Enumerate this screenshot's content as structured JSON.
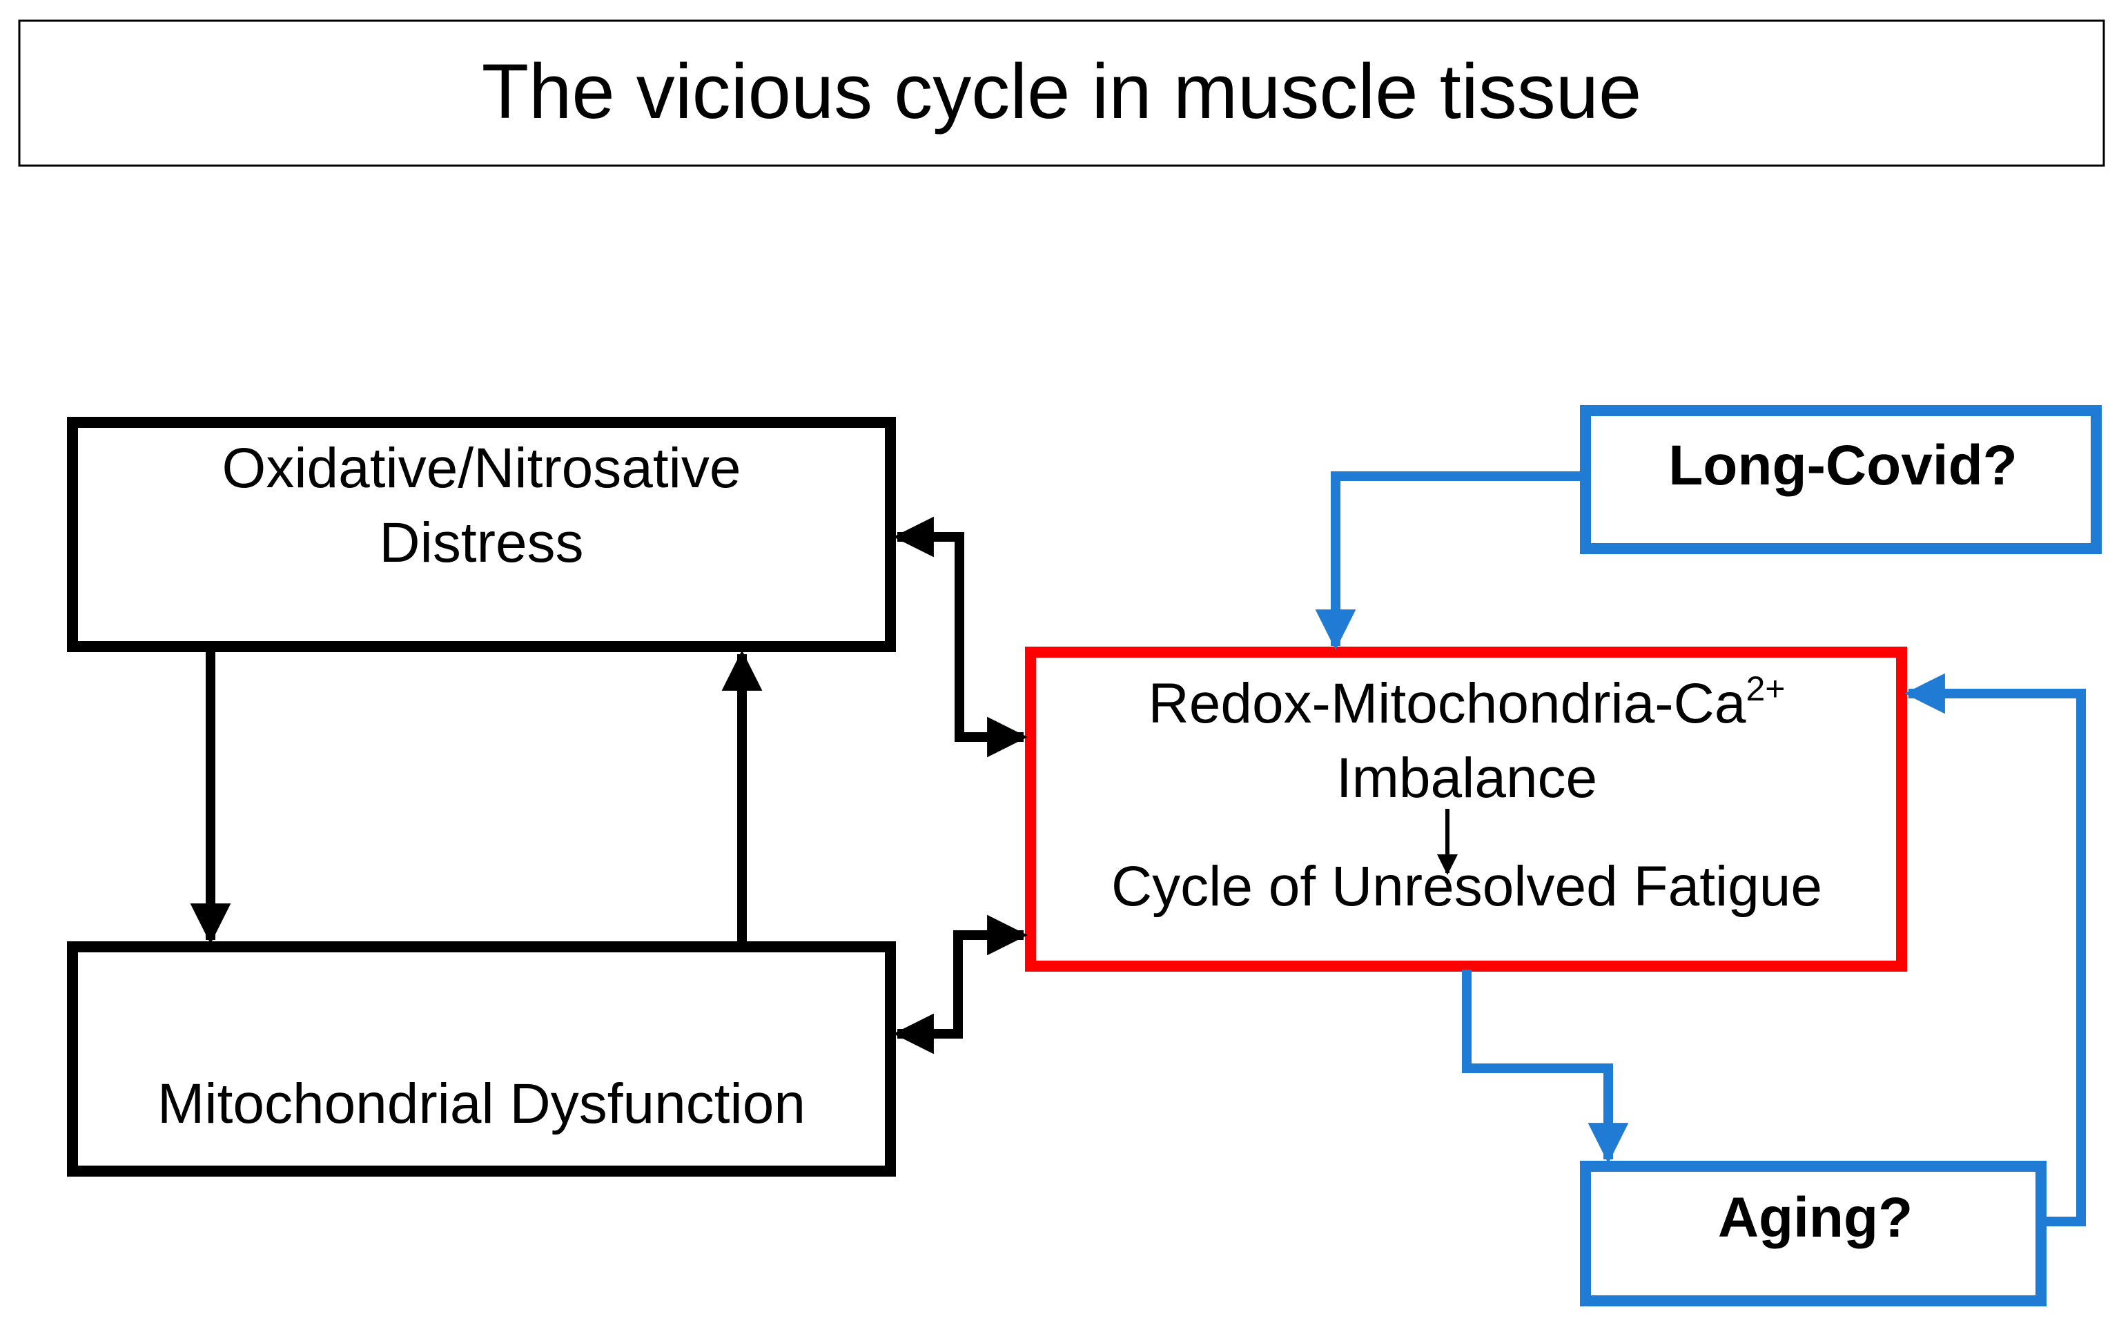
{
  "title": "The vicious cycle in muscle tissue",
  "nodes": {
    "oxidative": {
      "line1": "Oxidative/Nitrosative",
      "line2": "Distress"
    },
    "mitochondrial": {
      "label": "Mitochondrial Dysfunction"
    },
    "redox": {
      "line1": "Redox-Mitochondria-Ca",
      "line1_sup": "2+",
      "line2": "Imbalance",
      "line3": "Cycle of Unresolved Fatigue"
    },
    "long_covid": {
      "label": "Long-Covid?"
    },
    "aging": {
      "label": "Aging?"
    }
  },
  "colors": {
    "black": "#000000",
    "red": "#ff0000",
    "blue": "#1f7bd4"
  }
}
